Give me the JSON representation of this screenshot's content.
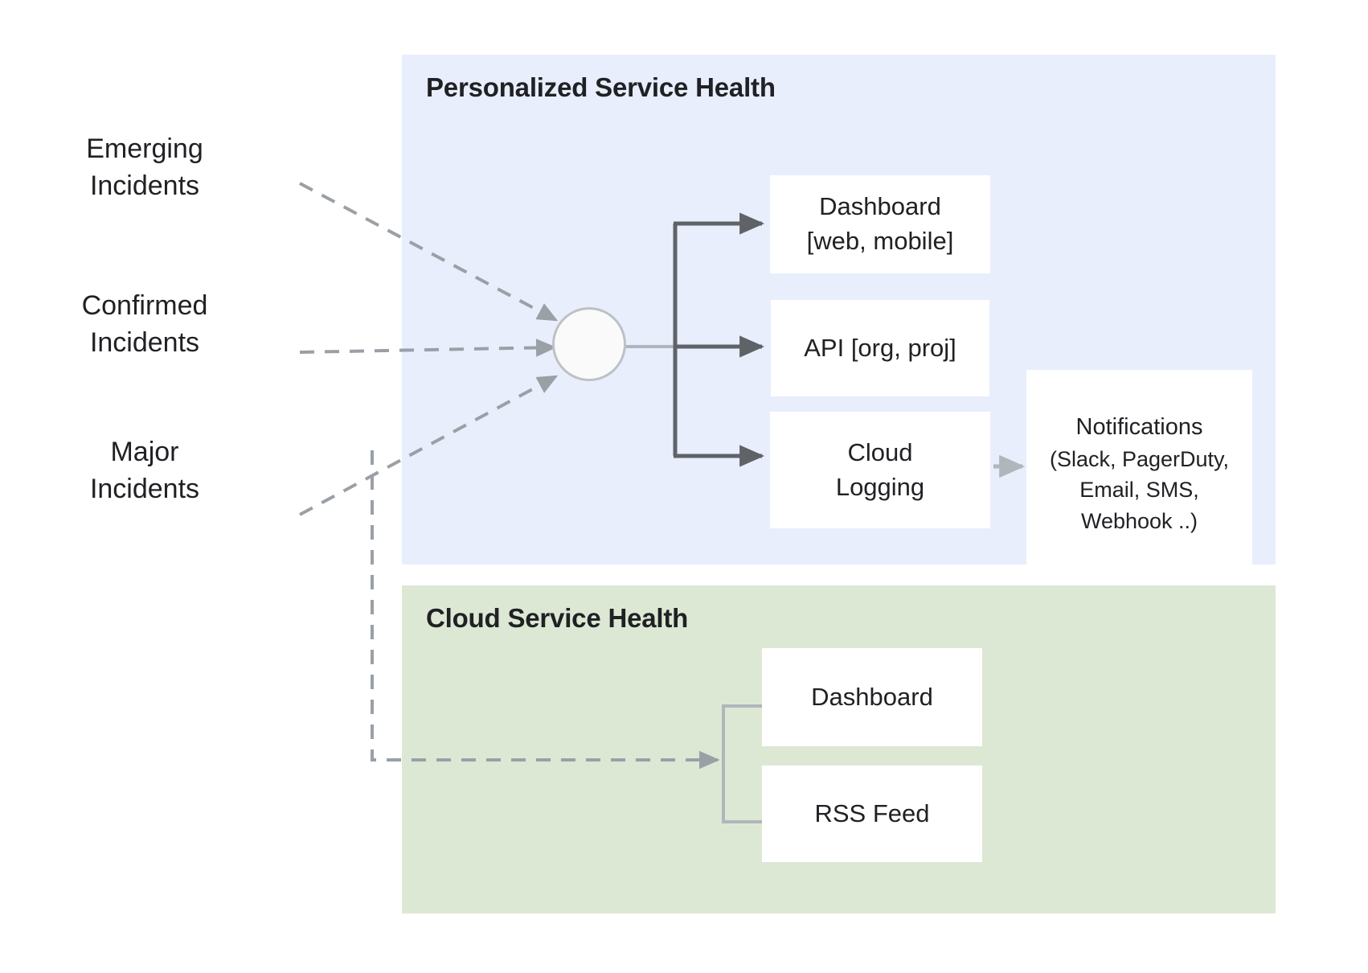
{
  "diagram": {
    "title_hidden": "",
    "sources": [
      {
        "id": "emerging",
        "line1": "Emerging",
        "line2": "Incidents"
      },
      {
        "id": "confirmed",
        "line1": "Confirmed",
        "line2": "Incidents"
      },
      {
        "id": "major",
        "line1": "Major",
        "line2": "Incidents"
      }
    ],
    "panels": {
      "personalized": {
        "title": "Personalized Service Health",
        "color": "#e8eefc",
        "nodes": [
          {
            "id": "dashboard-web",
            "line1": "Dashboard",
            "line2": "[web, mobile]"
          },
          {
            "id": "api",
            "line1": "API [org, proj]",
            "line2": ""
          },
          {
            "id": "cloud-logging",
            "line1": "Cloud",
            "line2": "Logging"
          },
          {
            "id": "notifications",
            "line1": "Notifications",
            "line2": "(Slack, PagerDuty,",
            "line3": "Email, SMS,",
            "line4": "Webhook ..)"
          }
        ]
      },
      "cloud": {
        "title": "Cloud Service Health",
        "color": "#dde8d4",
        "nodes": [
          {
            "id": "csh-dashboard",
            "line1": "Dashboard",
            "line2": ""
          },
          {
            "id": "rss",
            "line1": "RSS Feed",
            "line2": ""
          }
        ]
      }
    },
    "hub": {
      "id": "routing-hub",
      "label": ""
    },
    "colors": {
      "personalized_panel": "#e8eefc",
      "cloud_panel": "#dde8d4",
      "node_fill": "#ffffff",
      "solid_arrow": "#5f6368",
      "dashed_arrow": "#9aa0a6",
      "light_arrow": "#b0b6bb",
      "text": "#202124"
    }
  }
}
